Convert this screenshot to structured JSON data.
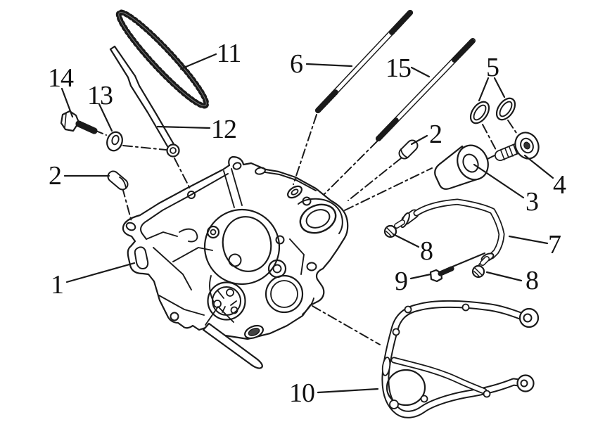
{
  "figure": {
    "background_color": "#ffffff",
    "line_color": "#1a1a1a",
    "labels": [
      {
        "text": "14"
      },
      {
        "text": "13"
      },
      {
        "text": "11"
      },
      {
        "text": "12"
      },
      {
        "text": "6"
      },
      {
        "text": "15"
      },
      {
        "text": "5"
      },
      {
        "text": "2"
      },
      {
        "text": "2"
      },
      {
        "text": "4"
      },
      {
        "text": "3"
      },
      {
        "text": "7"
      },
      {
        "text": "8"
      },
      {
        "text": "9"
      },
      {
        "text": "8"
      },
      {
        "text": "1"
      },
      {
        "text": "10"
      }
    ]
  }
}
